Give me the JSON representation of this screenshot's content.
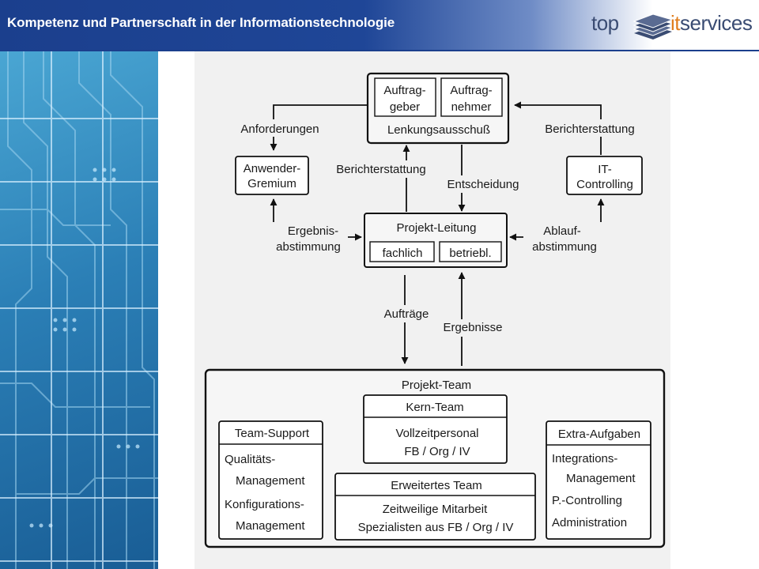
{
  "header": {
    "title": "Kompetenz und Partnerschaft in der Informationstechnologie",
    "logo": {
      "part1": "top",
      "it": "it",
      "services": "services"
    }
  },
  "diagram": {
    "steering": {
      "client": [
        "Auftrag-",
        "geber"
      ],
      "contractor": [
        "Auftrag-",
        "nehmer"
      ],
      "name": "Lenkungsausschuß"
    },
    "user_board": [
      "Anwender-",
      "Gremium"
    ],
    "it_controlling": [
      "IT-",
      "Controlling"
    ],
    "project_lead": {
      "name": "Projekt-Leitung",
      "sub1": "fachlich",
      "sub2": "betriebl."
    },
    "labels": {
      "requirements": "Anforderungen",
      "reporting_left": "Berichterstattung",
      "decision": "Entscheidung",
      "reporting_right": "Berichterstattung",
      "result_alignment": [
        "Ergebnis-",
        "abstimmung"
      ],
      "process_alignment": [
        "Ablauf-",
        "abstimmung"
      ],
      "orders": "Aufträge",
      "results": "Ergebnisse"
    },
    "project_team": {
      "title": "Projekt-Team",
      "core": {
        "title": "Kern-Team",
        "lines": [
          "Vollzeitpersonal",
          "FB / Org / IV"
        ]
      },
      "support": {
        "title": "Team-Support",
        "items": [
          "Qualitäts-",
          "Management",
          "Konfigurations-",
          "Management"
        ]
      },
      "extended": {
        "title": "Erweitertes Team",
        "lines": [
          "Zeitweilige Mitarbeit",
          "Spezialisten aus FB / Org / IV"
        ]
      },
      "extra": {
        "title": "Extra-Aufgaben",
        "items": [
          "Integrations-",
          "Management",
          "P.-Controlling",
          "Administration"
        ]
      }
    }
  }
}
